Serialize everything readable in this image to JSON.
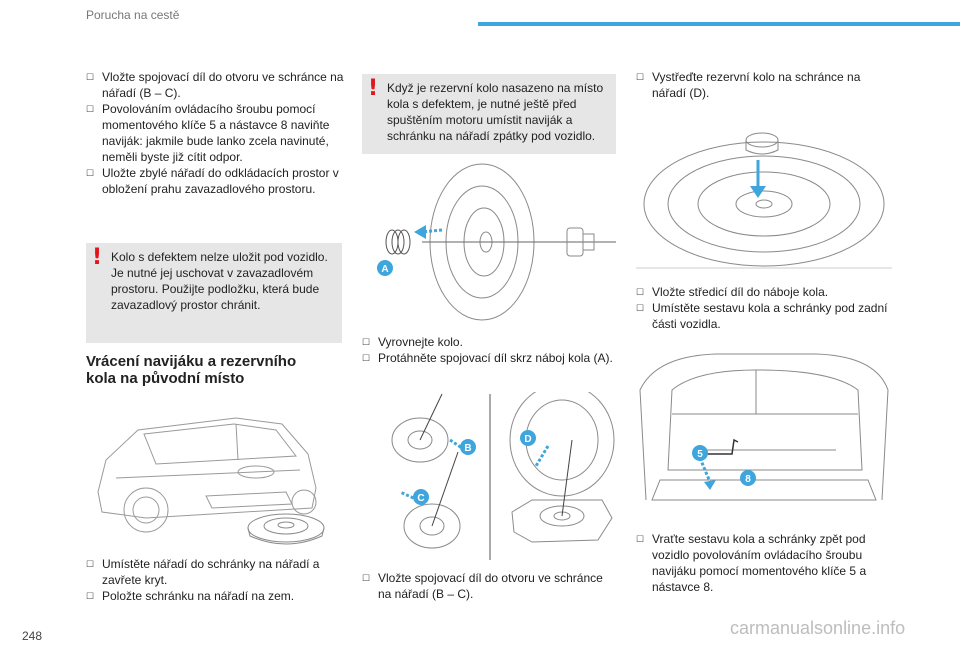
{
  "header": {
    "title": "Porucha na cestě"
  },
  "page_number": "248",
  "watermark": "carmanualsonline.info",
  "col1": {
    "steps": [
      "Vložte spojovací díl do otvoru ve schránce na nářadí (B – C).",
      "Povolováním ovládacího šroubu pomocí momentového klíče 5 a nástavce 8 naviňte naviják: jakmile bude lanko zcela navinuté, neměli byste již cítit odpor.",
      "Uložte zbylé nářadí do odkládacích prostor v obložení prahu zavazadlového prostoru."
    ],
    "warning": "Kolo s defektem nelze uložit pod vozidlo. Je nutné jej uschovat v zavazadlovém prostoru. Použijte podložku, která bude zavazadlový prostor chránit.",
    "section_title_line1": "Vrácení navijáku a rezervního",
    "section_title_line2": "kola na původní místo",
    "steps_after_figure": [
      "Umístěte nářadí do schránky na nářadí a zavřete kryt.",
      "Položte schránku na nářadí na zem."
    ]
  },
  "col2": {
    "warning": "Když je rezervní kolo nasazeno na místo kola s defektem, je nutné ještě před spuštěním motoru umístit naviják a schránku na nářadí zpátky pod vozidlo.",
    "figure1_label": "A",
    "steps_mid": [
      "Vyrovnejte kolo.",
      "Protáhněte spojovací díl skrz náboj kola (A)."
    ],
    "figure2_labels": [
      "B",
      "C",
      "D"
    ],
    "steps_bottom": [
      "Vložte spojovací díl do otvoru ve schránce na nářadí (B – C)."
    ]
  },
  "col3": {
    "steps_top": [
      "Vystřeďte rezervní kolo na schránce na nářadí (D)."
    ],
    "steps_mid": [
      "Vložte středicí díl do náboje kola.",
      "Umístěte sestavu kola a schránky pod zadní části vozidla."
    ],
    "figure3_labels": [
      "5",
      "8"
    ],
    "steps_bottom": [
      "Vraťte sestavu kola a schránky zpět pod vozidlo povolováním ovládacího šroubu navijáku pomocí momentového klíče 5 a nástavce 8."
    ]
  },
  "colors": {
    "accent": "#3ea6dc",
    "warning_red": "#e2141c",
    "box_gray": "#e6e6e6"
  }
}
